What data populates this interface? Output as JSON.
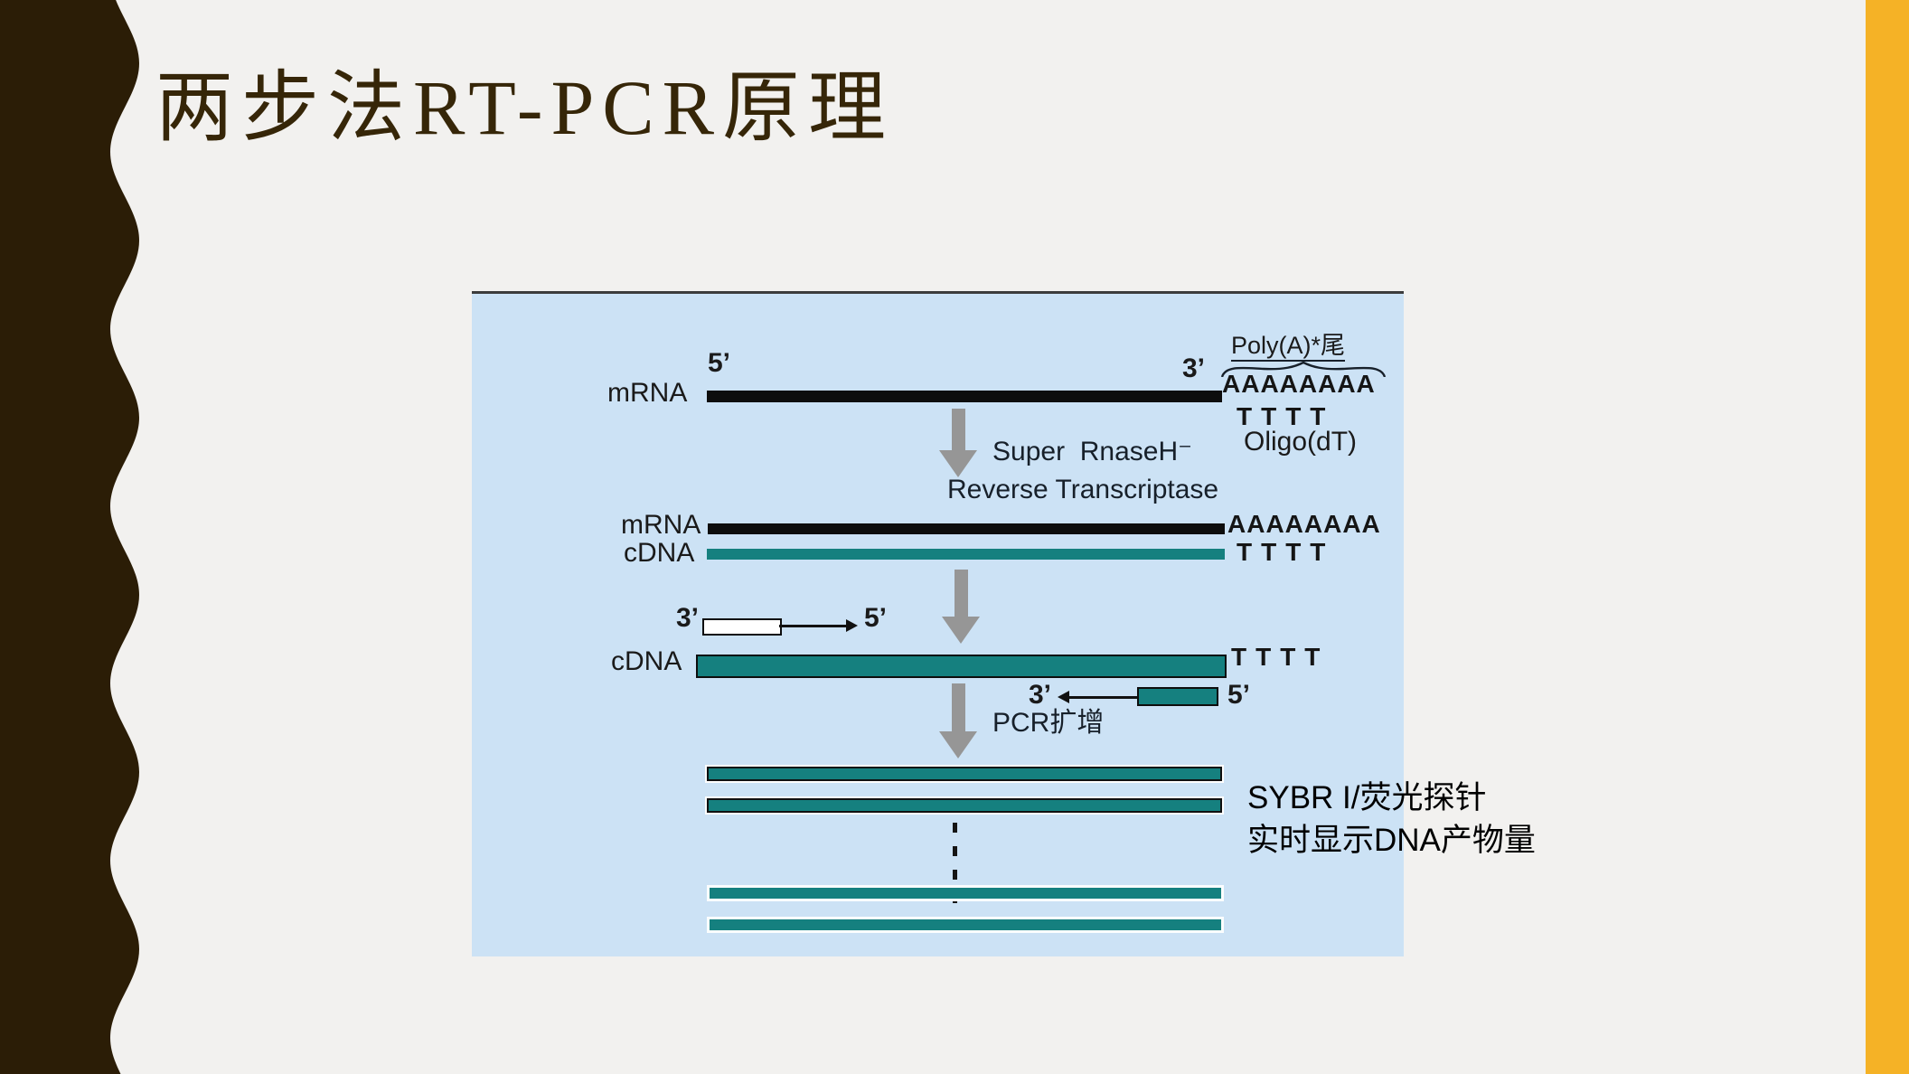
{
  "title": "两步法RT-PCR原理",
  "diagram": {
    "row1": {
      "five": "5’",
      "label": "mRNA",
      "three": "3’",
      "poly_a": "Poly(A)*尾",
      "a_tail": "AAAAAAAA",
      "t_tail": "TTTT",
      "oligo": "Oligo(dT)"
    },
    "step1": {
      "line1": "Super  RnaseH⁻",
      "line2": "Reverse Transcriptase"
    },
    "row2": {
      "mrna": "mRNA",
      "cdna": "cDNA",
      "a_tail": "AAAAAAAA",
      "t_tail": "TTTT"
    },
    "row3": {
      "three": "3’",
      "five": "5’",
      "cdna": "cDNA",
      "t_tail": "TTTT",
      "three2": "3’",
      "five2": "5’"
    },
    "step2": {
      "label": "PCR扩增"
    },
    "note": {
      "line1": "SYBR I/荧光探针",
      "line2": "实时显示DNA产物量"
    }
  },
  "colors": {
    "left_band": "#2B1D06",
    "right_band": "#F5B226",
    "panel": "#CCE2F5",
    "strand_teal": "#15807F",
    "strand_black": "#0D0D0D",
    "title": "#362608",
    "arrow_gray": "#969696",
    "page": "#F2F1EF"
  }
}
